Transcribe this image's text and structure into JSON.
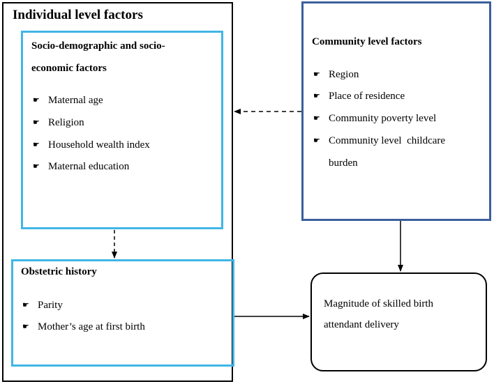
{
  "individual": {
    "title": "Individual level factors",
    "socio": {
      "title_line1": "Socio-demographic and socio-",
      "title_line2": "economic factors",
      "items": [
        "Maternal age",
        "Religion",
        "Household wealth index",
        "Maternal education"
      ]
    },
    "obstetric": {
      "title": "Obstetric history",
      "items": [
        "Parity",
        "Mother’s age at first birth"
      ]
    }
  },
  "community": {
    "title": "Community level factors",
    "items": [
      "Region",
      "Place of residence",
      "Community poverty level",
      "Community level  childcare"
    ],
    "item4_cont": "burden"
  },
  "outcome": {
    "line1": "Magnitude of skilled birth",
    "line2": "attendant delivery"
  },
  "bullet_glyph": "☛"
}
